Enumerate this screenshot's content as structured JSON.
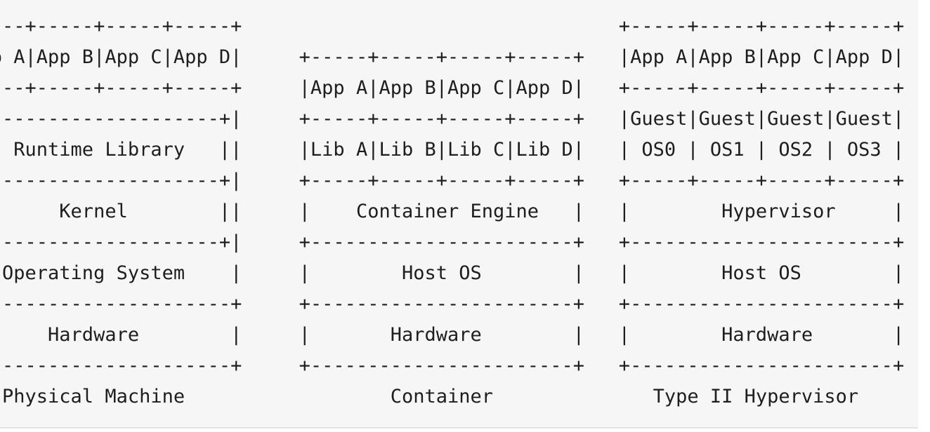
{
  "diagram": {
    "lines": [
      "+-----+-----+-----+-----+                                 +-----+-----+-----+-----+",
      "|App A|App B|App C|App D|     +-----+-----+-----+-----+   |App A|App B|App C|App D|",
      "+-----+-----+-----+-----+     |App A|App B|App C|App D|   +-----+-----+-----+-----+",
      "|+---------------------+|     +-----+-----+-----+-----+   |Guest|Guest|Guest|Guest|",
      "||   Runtime Library   ||     |Lib A|Lib B|Lib C|Lib D|   | OS0 | OS1 | OS2 | OS3 |",
      "|+---------------------+|     +-----+-----+-----+-----+   +-----+-----+-----+-----+",
      "||       Kernel        ||     |    Container Engine   |   |        Hypervisor     |",
      "|+---------------------+|     +-----------------------+   +-----------------------+",
      "|   Operating System    |     |        Host OS        |   |        Host OS        |",
      "+-----------------------+     +-----------------------+   +-----------------------+",
      "|       Hardware        |     |       Hardware        |   |        Hardware       |",
      "+-----------------------+     +-----------------------+   +-----------------------+",
      "    Physical Machine                  Container              Type II Hypervisor"
    ]
  }
}
